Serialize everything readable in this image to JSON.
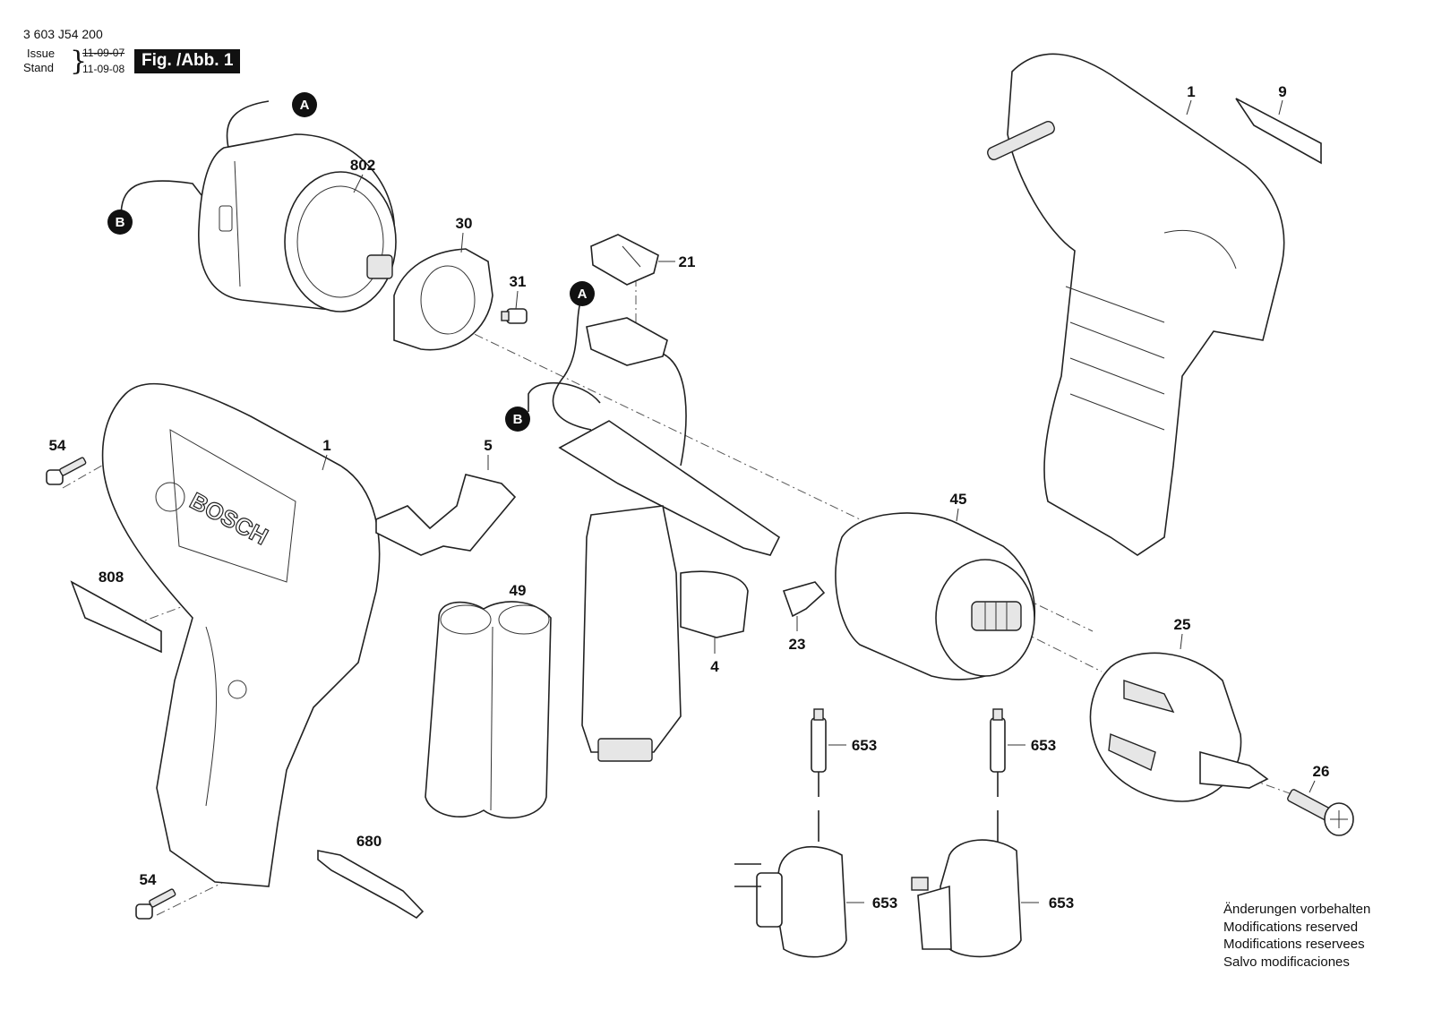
{
  "header": {
    "part_number": "3 603 J54 200",
    "issue_label": "Issue",
    "stand_label": "Stand",
    "issue_date": "11-09-07",
    "stand_date": "11-09-08",
    "figure_label": "Fig. /Abb. 1"
  },
  "callouts": {
    "motor": "802",
    "bracket": "30",
    "screw_31": "31",
    "switch_cover": "21",
    "housing_right": "1",
    "nameplate_right": "9",
    "housing_left": "1",
    "screw_54_top": "54",
    "screw_54_bottom": "54",
    "lock_5": "5",
    "nameplate_left": "808",
    "battery": "49",
    "switch_assembly": "4",
    "lever_23": "23",
    "gearbox": "45",
    "chuck": "25",
    "chuck_screw": "26",
    "bit": "680",
    "charger_plug_1": "653",
    "charger_plug_2": "653",
    "charger_1": "653",
    "charger_2": "653"
  },
  "markers": {
    "wire_a_top": "A",
    "wire_b_left": "B",
    "wire_a_switch": "A",
    "wire_b_switch": "B"
  },
  "brand_text": "BOSCH",
  "footer": {
    "line1": "Änderungen vorbehalten",
    "line2": "Modifications reserved",
    "line3": "Modifications reservees",
    "line4": "Salvo modificaciones"
  }
}
